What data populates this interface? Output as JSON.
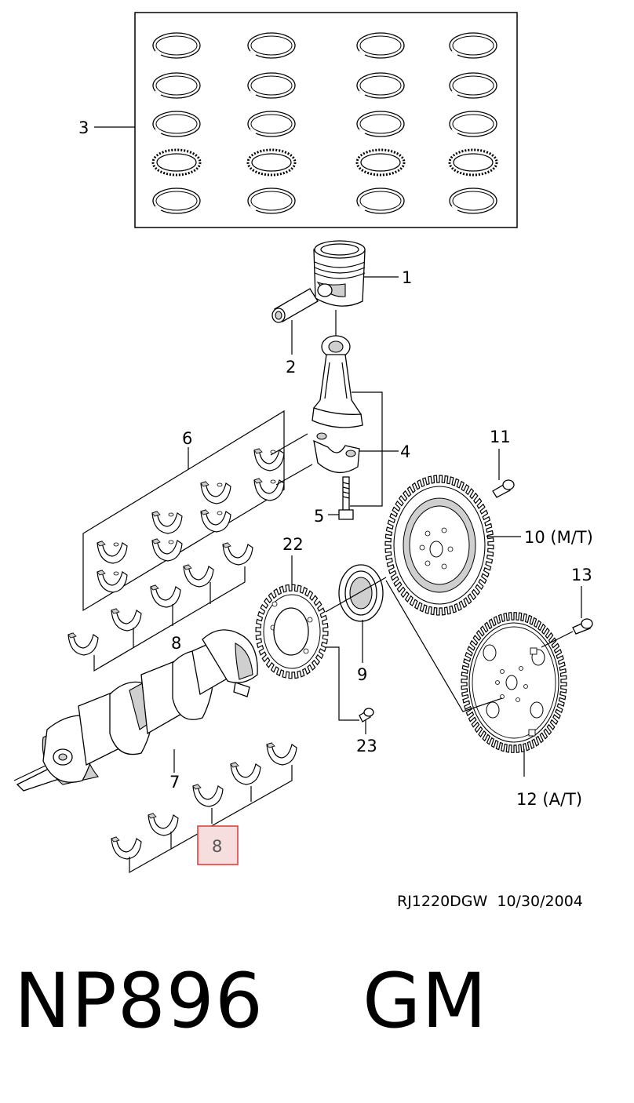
{
  "diagram": {
    "callouts": {
      "c1": "1",
      "c2": "2",
      "c3": "3",
      "c4": "4",
      "c5": "5",
      "c6": "6",
      "c7": "7",
      "c8_upper": "8",
      "c8_lower": "8",
      "c9": "9",
      "c10": "10 (M/T)",
      "c11": "11",
      "c12": "12 (A/T)",
      "c13": "13",
      "c22": "22",
      "c23": "23"
    },
    "reference": "RJ1220DGW  10/30/2004",
    "highlight_color": "#f7dede",
    "highlight_border": "#e04040"
  },
  "part_code": "NP896    GM"
}
